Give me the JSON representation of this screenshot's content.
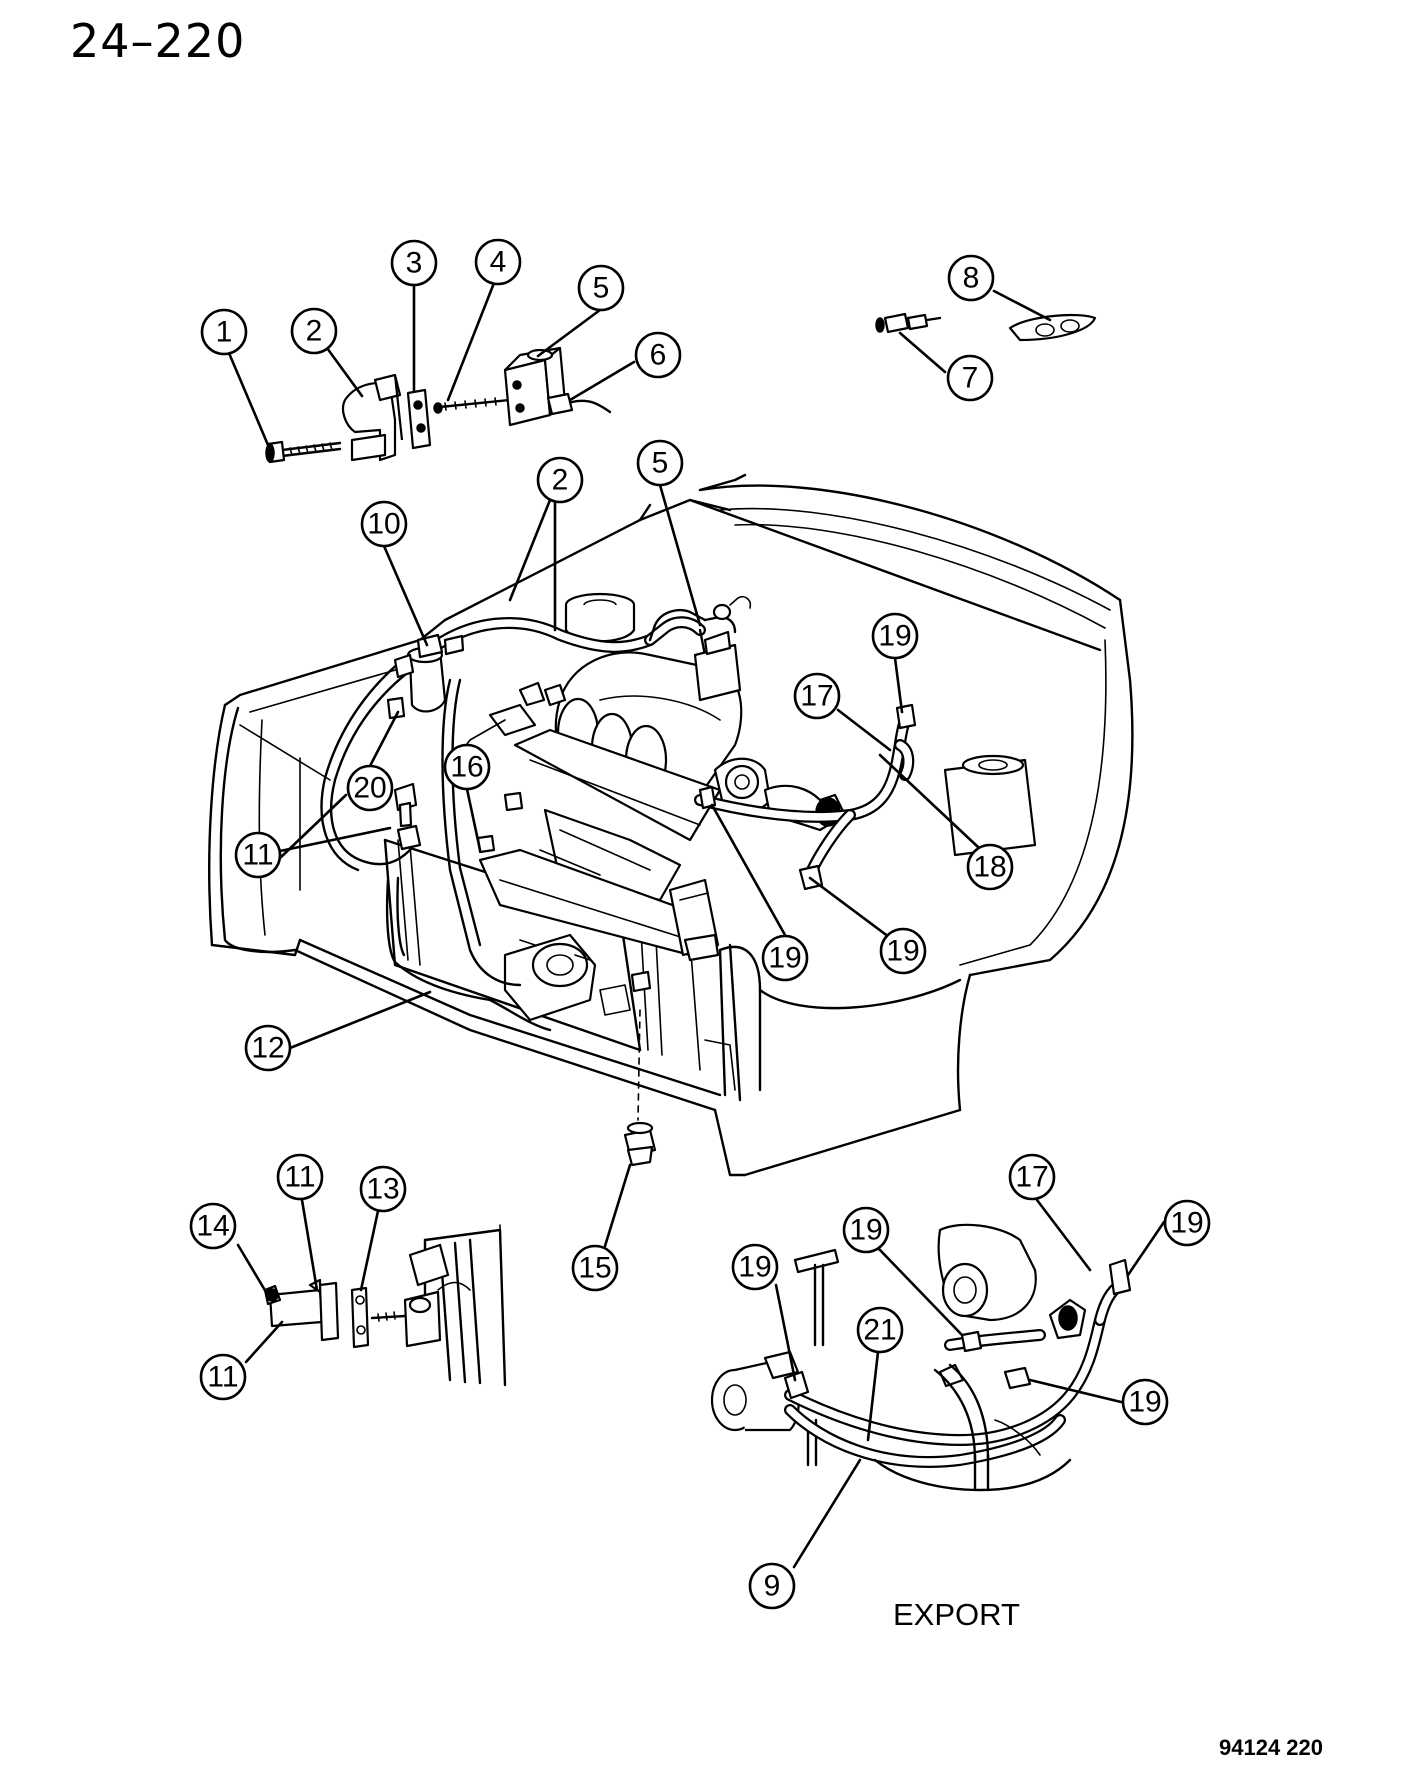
{
  "page": {
    "title": "24–220",
    "variant_label": "EXPORT",
    "figure_code": "94124  220"
  },
  "callouts": [
    "1",
    "2",
    "3",
    "4",
    "5",
    "6",
    "7",
    "8",
    "9",
    "10",
    "11",
    "12",
    "13",
    "14",
    "15",
    "16",
    "17",
    "18",
    "19",
    "20",
    "21"
  ]
}
